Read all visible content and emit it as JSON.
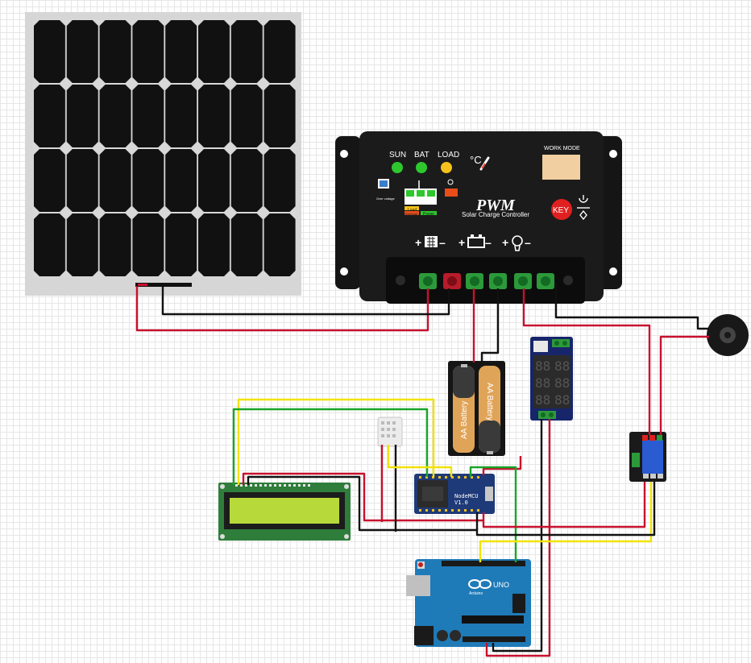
{
  "controller": {
    "sun": "SUN",
    "bat": "BAT",
    "load": "LOAD",
    "temp": "°C",
    "work_mode": "WORK MODE",
    "pwm": "PWM",
    "subtitle": "Solar Charge Controller",
    "key": "KEY",
    "over_voltage": "Over voltage",
    "led_load": "Load",
    "led_overload": "Overload",
    "led_power": "Power"
  },
  "battery": {
    "label_left": "AA Battery",
    "label_right": "AA Battery"
  },
  "nodemcu": {
    "line1": "NodeMCU",
    "line2": "V1.0"
  },
  "arduino": {
    "brand": "Arduino",
    "model": "UNO"
  },
  "colors": {
    "red": "#c8102e",
    "black": "#111111",
    "green": "#1aa52a",
    "yellow": "#f2e200"
  }
}
